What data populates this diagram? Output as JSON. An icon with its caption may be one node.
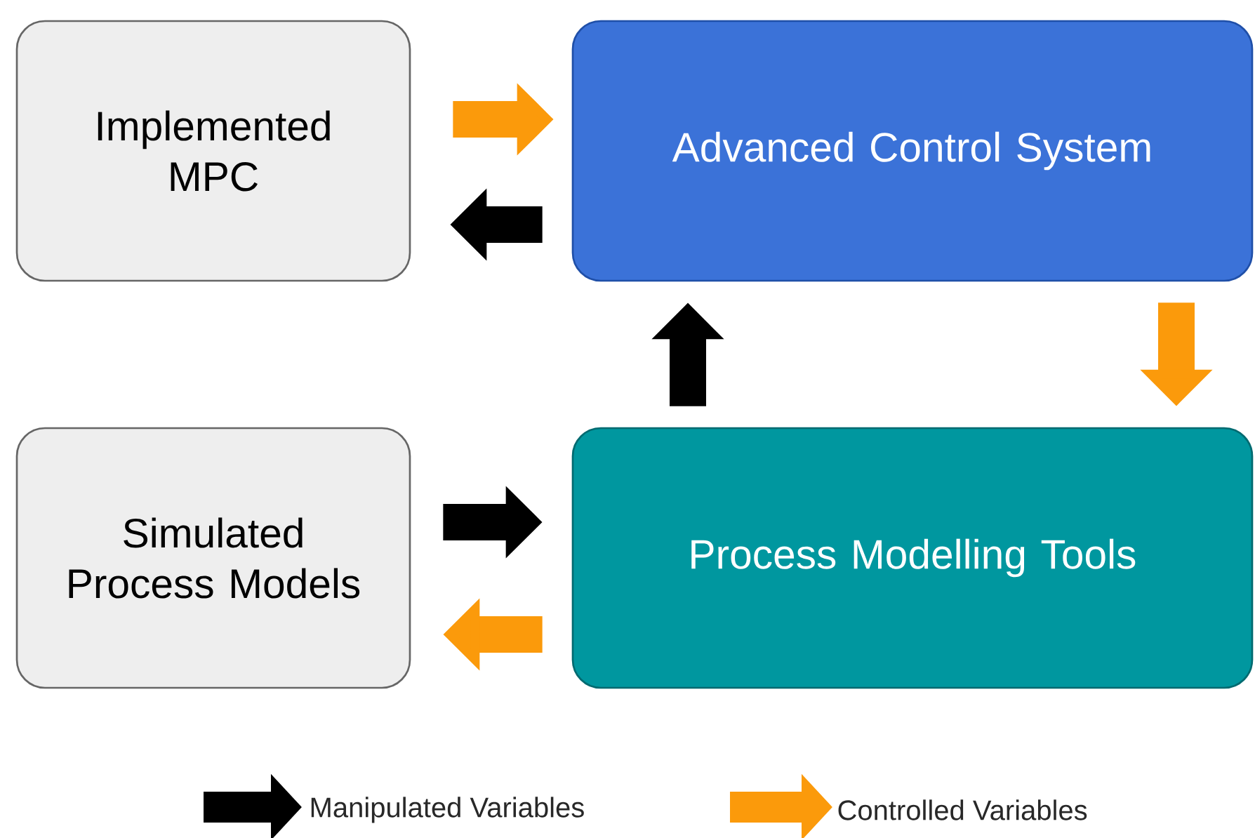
{
  "diagram": {
    "nodes": [
      {
        "text": [
          "Implemented MPC"
        ]
      },
      {
        "text": [
          "Advanced Control System"
        ]
      },
      {
        "text": [
          "Simulated Process Models"
        ]
      },
      {
        "text": [
          "Process Modelling Tools"
        ]
      }
    ],
    "edges": [
      {
        "from": 0,
        "to": 1,
        "arrow": "to",
        "color": "#fb9a0b"
      },
      {
        "from": 1,
        "to": 0,
        "arrow": "to",
        "color": "#000000"
      },
      {
        "from": 3,
        "to": 1,
        "arrow": "to",
        "color": "#000000"
      },
      {
        "from": 1,
        "to": 3,
        "arrow": "to",
        "color": "#fb9a0b"
      },
      {
        "from": 2,
        "to": 3,
        "arrow": "to",
        "color": "#000000"
      },
      {
        "from": 3,
        "to": 2,
        "arrow": "to",
        "color": "#fb9a0b"
      }
    ],
    "legend": [
      {
        "text": "Manipulated Variables",
        "color": "#000000"
      },
      {
        "text": "Controlled Variables",
        "color": "#fb9a0b"
      }
    ]
  }
}
